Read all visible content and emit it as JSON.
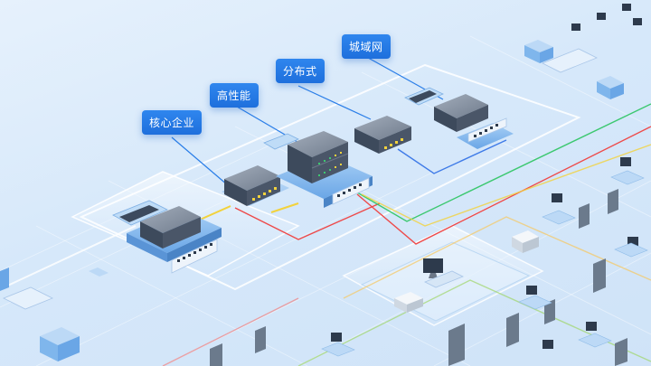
{
  "labels": {
    "core_enterprise": "核心企业",
    "high_performance": "高性能",
    "distributed": "分布式",
    "isp_network": "城域网"
  },
  "colors": {
    "background": "#dbeafa",
    "label_fill": "#2378e4",
    "switch_top": "#8a96a6",
    "switch_body": "#3d4a5c",
    "base_blue": "#7fb6ec",
    "link_yellow": "#f2d23c",
    "link_red": "#ee4a4a",
    "link_green": "#3cc870",
    "link_blue": "#3f7be8"
  },
  "icons": [
    "network-switch-icon",
    "server-rack-icon",
    "desktop-monitor-icon",
    "printer-icon",
    "router-icon"
  ]
}
